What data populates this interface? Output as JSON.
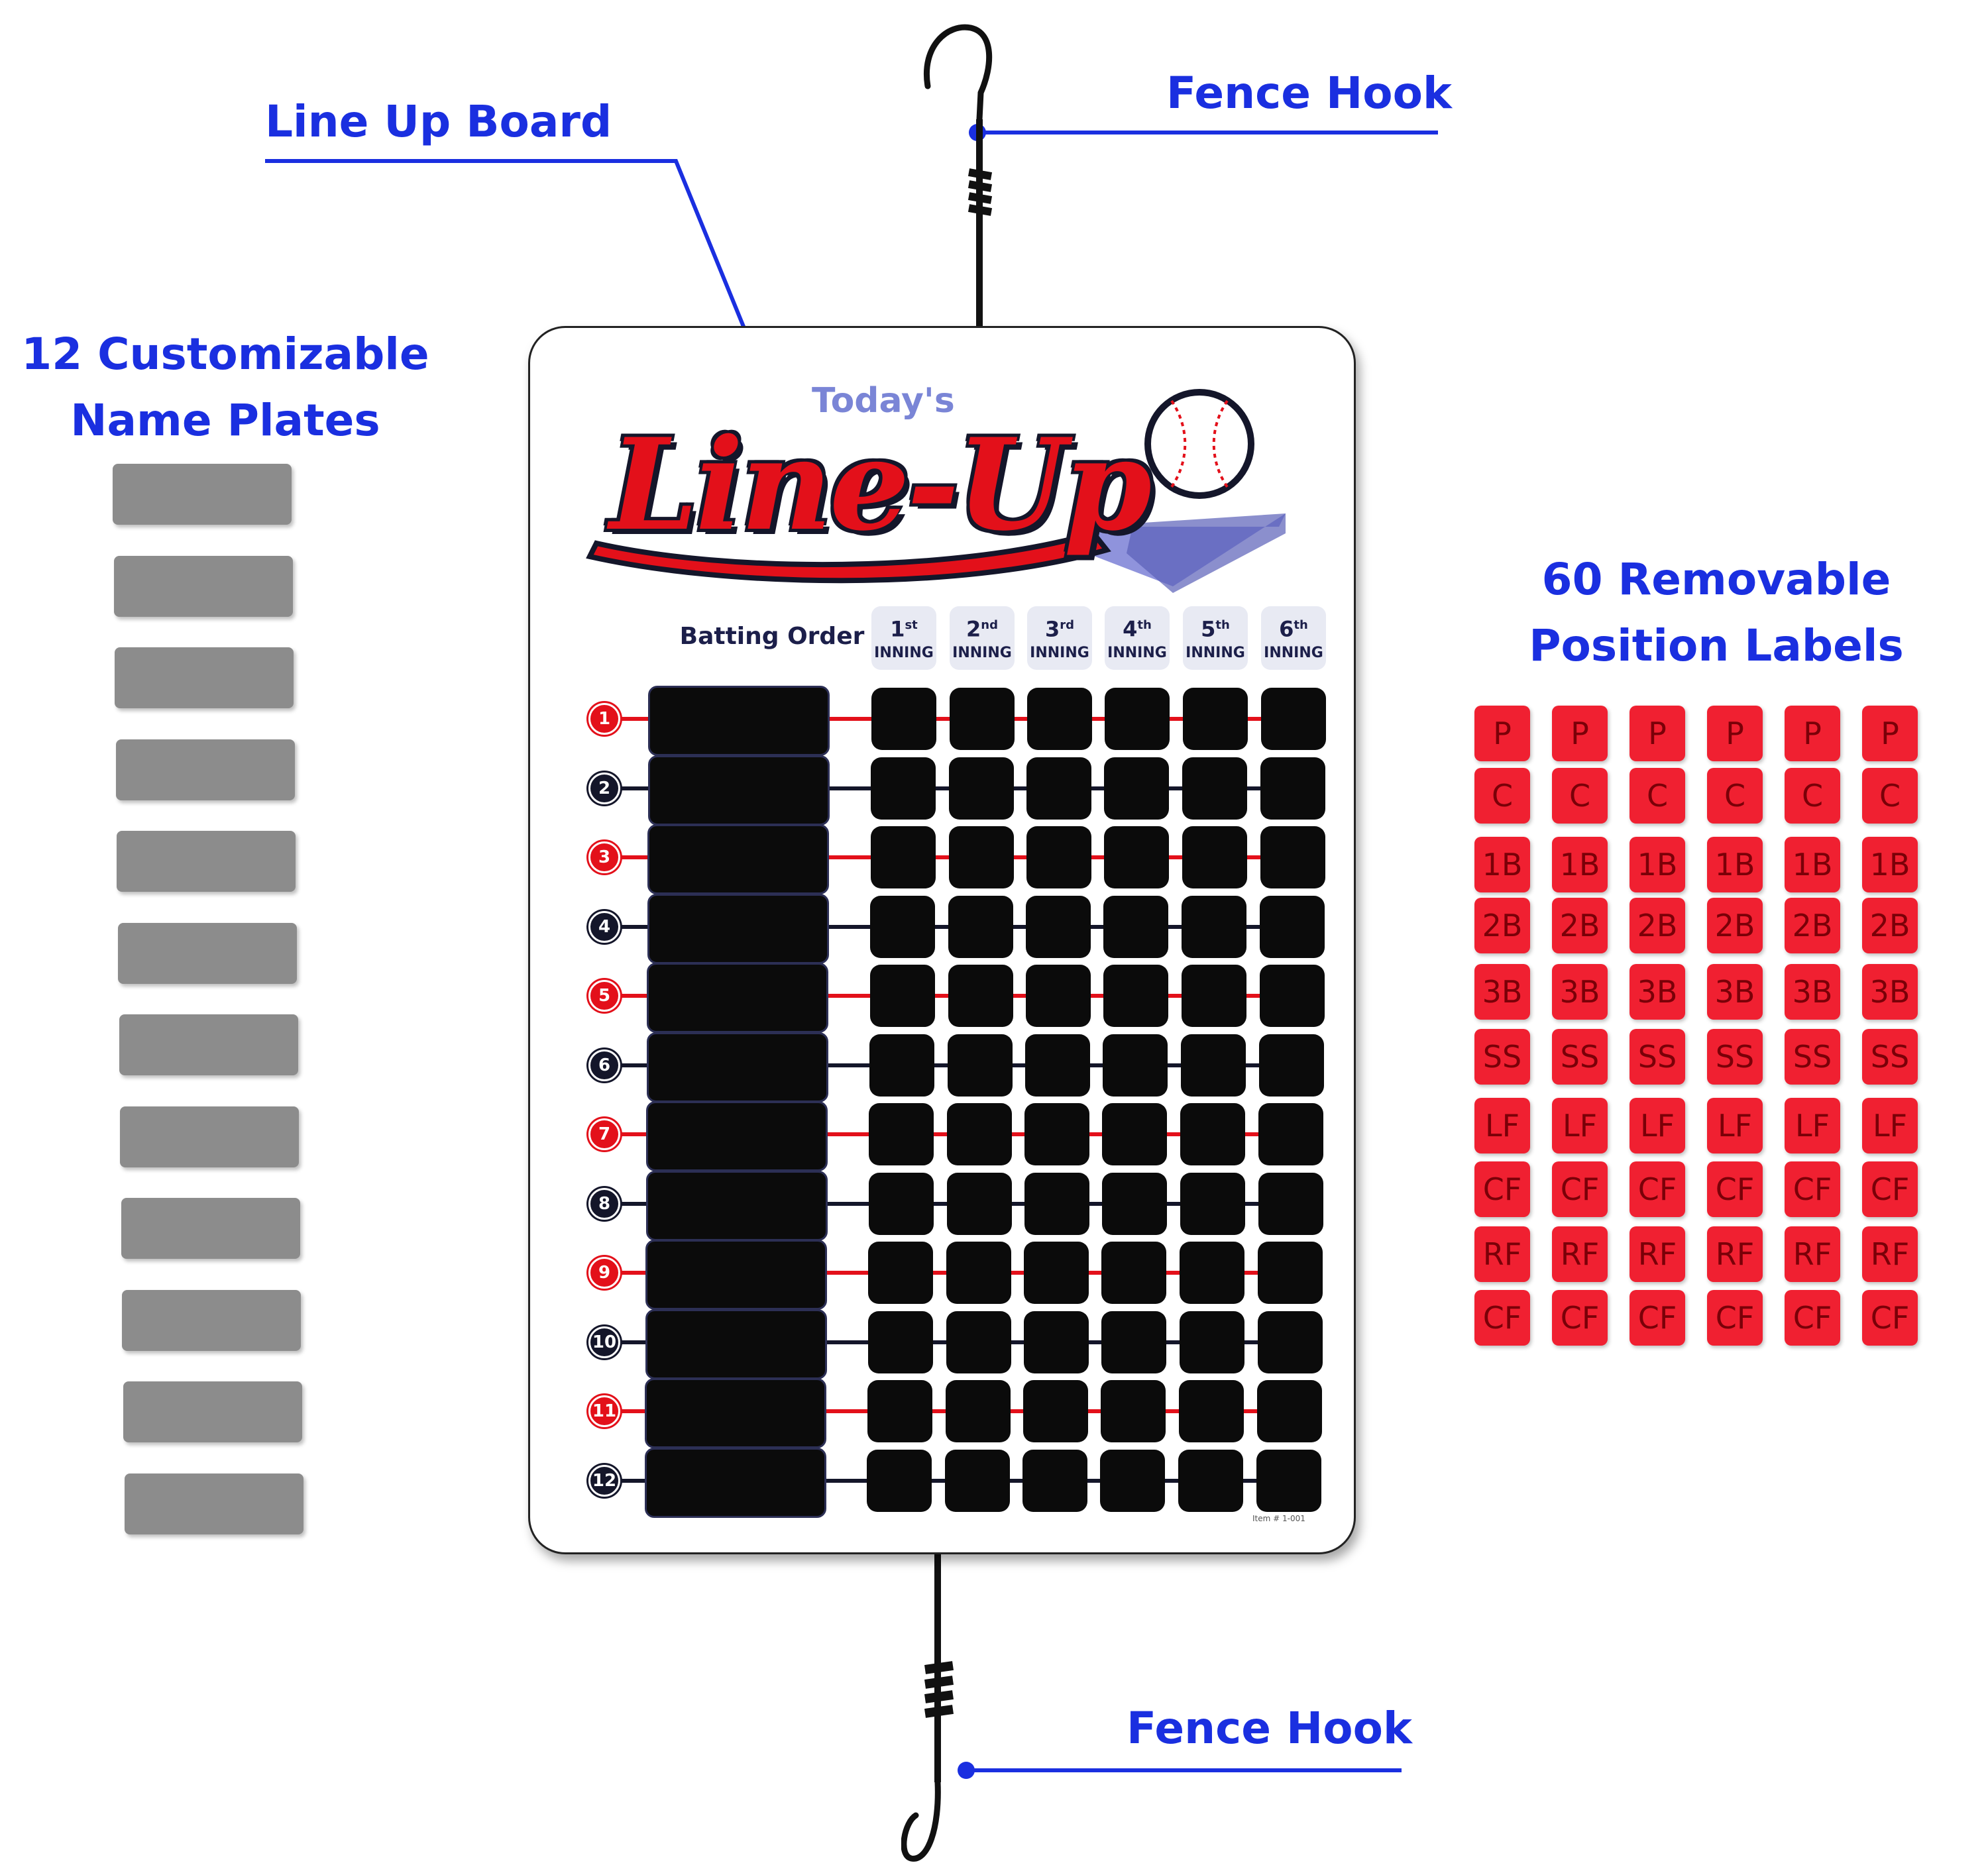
{
  "callouts": {
    "line_up_board": "Line Up Board",
    "fence_hook_top": "Fence Hook",
    "fence_hook_bottom": "Fence Hook",
    "name_plates_line1": "12 Customizable",
    "name_plates_line2": "Name Plates",
    "position_labels_line1": "60 Removable",
    "position_labels_line2": "Position Labels"
  },
  "colors": {
    "callout_blue": "#1a2fe0",
    "plate_gray": "#8c8c8c",
    "label_red": "#f02031",
    "logo_red": "#e3101a",
    "navy": "#14162a",
    "odd_row": "#e3101a",
    "even_row": "#14162a"
  },
  "board": {
    "logo_today": "Today's",
    "logo_main": "Line-Up",
    "batting_order_header": "Batting Order",
    "innings": [
      {
        "num": "1",
        "suffix": "st",
        "label": "INNING"
      },
      {
        "num": "2",
        "suffix": "nd",
        "label": "INNING"
      },
      {
        "num": "3",
        "suffix": "rd",
        "label": "INNING"
      },
      {
        "num": "4",
        "suffix": "th",
        "label": "INNING"
      },
      {
        "num": "5",
        "suffix": "th",
        "label": "INNING"
      },
      {
        "num": "6",
        "suffix": "th",
        "label": "INNING"
      }
    ],
    "rows": [
      "1",
      "2",
      "3",
      "4",
      "5",
      "6",
      "7",
      "8",
      "9",
      "10",
      "11",
      "12"
    ],
    "item_number": "Item # 1-001"
  },
  "name_plates": {
    "count": 12
  },
  "position_labels": {
    "rows": [
      "P",
      "C",
      "1B",
      "2B",
      "3B",
      "SS",
      "LF",
      "CF",
      "RF",
      "CF"
    ],
    "columns": 6
  },
  "icons": {
    "hook": "fence-hook-icon",
    "baseball": "baseball-icon",
    "home_plate": "home-plate-icon"
  }
}
